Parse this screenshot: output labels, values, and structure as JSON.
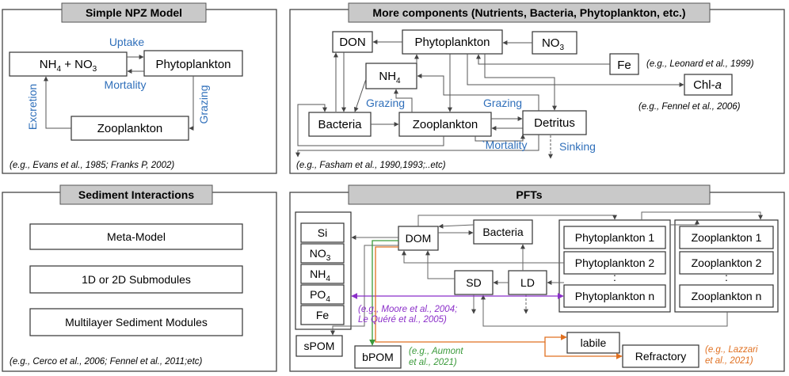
{
  "panels": {
    "npz": {
      "title": "Simple NPZ Model",
      "nodes": {
        "nutrients": "NH4 + NO3",
        "nutrients_base": "NH",
        "nutrients_sub": "4",
        "nutrients_plus": " + NO",
        "nutrients_sub2": "3",
        "phytoplankton": "Phytoplankton",
        "zooplankton": "Zooplankton"
      },
      "labels": {
        "uptake": "Uptake",
        "mortality": "Mortality",
        "grazing": "Grazing",
        "excretion": "Excretion"
      },
      "citation": "(e.g., Evans et al., 1985; Franks P, 2002)"
    },
    "components": {
      "title": "More components (Nutrients, Bacteria, Phytoplankton, etc.)",
      "nodes": {
        "don": "DON",
        "phytoplankton": "Phytoplankton",
        "no3_base": "NO",
        "no3_sub": "3",
        "nh4_base": "NH",
        "nh4_sub": "4",
        "fe": "Fe",
        "chl_base": "Chl-",
        "chl_italic": "a",
        "bacteria": "Bacteria",
        "zooplankton": "Zooplankton",
        "detritus": "Detritus"
      },
      "labels": {
        "grazing1": "Grazing",
        "grazing2": "Grazing",
        "mortality": "`Mortality",
        "sinking": "Sinking"
      },
      "citations": {
        "leonard": "(e.g., Leonard et al., 1999)",
        "fennel": "(e.g., Fennel et al., 2006)",
        "fasham": "(e.g., Fasham et al., 1990,1993;..etc)"
      }
    },
    "sediment": {
      "title": "Sediment Interactions",
      "items": [
        "Meta-Model",
        "1D or 2D Submodules",
        "Multilayer Sediment Modules"
      ],
      "citation": "(e.g., Cerco et al., 2006; Fennel et al., 2011;etc)"
    },
    "pfts": {
      "title": "PFTs",
      "nutrients": [
        {
          "base": "Si",
          "sub": ""
        },
        {
          "base": "NO",
          "sub": "3"
        },
        {
          "base": "NH",
          "sub": "4"
        },
        {
          "base": "PO",
          "sub": "4"
        },
        {
          "base": "Fe",
          "sub": ""
        }
      ],
      "nodes": {
        "dom": "DOM",
        "bacteria": "Bacteria",
        "sd": "SD",
        "ld": "LD",
        "spom": "sPOM",
        "bpom": "bPOM",
        "labile": "labile",
        "refractory": "Refractory"
      },
      "phytoplankton": [
        "Phytoplankton 1",
        "Phytoplankton 2",
        "Phytoplankton n"
      ],
      "zooplankton": [
        "Zooplankton 1",
        "Zooplankton 2",
        "Zooplankton n"
      ],
      "dots": ":",
      "citations": {
        "moore1": "(e.g., Moore et al., 2004;",
        "moore2": "Le Quéré et al., 2005)",
        "aumont1": "(e.g., Aumont",
        "aumont2": "et al., 2021)",
        "lazzari1": "(e.g., Lazzari",
        "lazzari2": "et al., 2021)"
      }
    }
  },
  "colors": {
    "title_fill": "#c9c9c9",
    "blue_label": "#2f6fba",
    "purple": "#8b2fc9",
    "orange": "#e07020",
    "green": "#3a9a3a"
  }
}
